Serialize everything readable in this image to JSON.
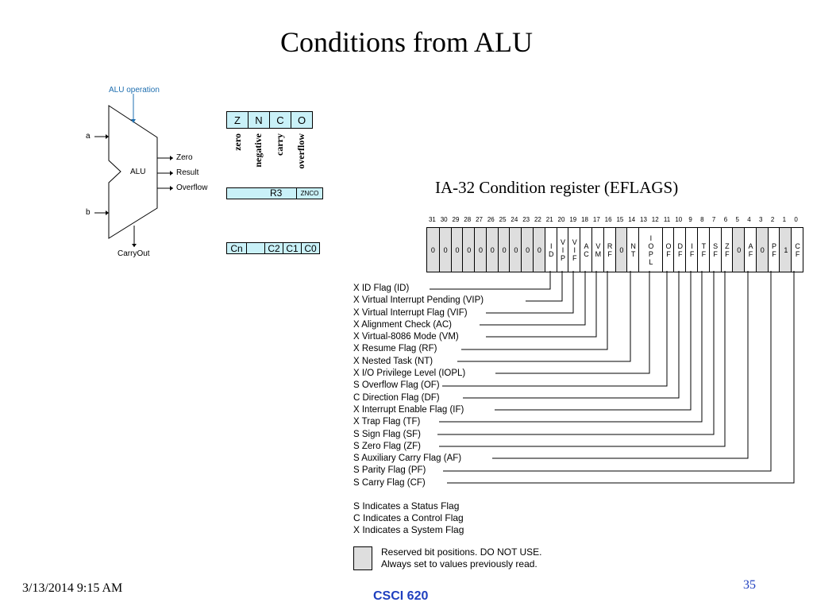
{
  "slide": {
    "title": "Conditions from ALU",
    "date": "3/13/2014 9:15 AM",
    "course": "CSCI 620",
    "page_number": "35"
  },
  "alu": {
    "operation_label": "ALU operation",
    "input_a": "a",
    "input_b": "b",
    "unit_label": "ALU",
    "outputs": [
      "Zero",
      "Result",
      "Overflow"
    ],
    "carry_out": "CarryOut"
  },
  "znco": {
    "bits": [
      "Z",
      "N",
      "C",
      "O"
    ],
    "names": [
      "zero",
      "negative",
      "carry",
      "overflow"
    ],
    "register_name": "R3",
    "register_flags": "ZNCO",
    "carry_row": [
      "Cn",
      "",
      "C2",
      "C1",
      "C0"
    ]
  },
  "eflags": {
    "title": "IA-32 Condition register (EFLAGS)",
    "bit_numbers": [
      "31",
      "30",
      "29",
      "28",
      "27",
      "26",
      "25",
      "24",
      "23",
      "22",
      "21",
      "20",
      "19",
      "18",
      "17",
      "16",
      "15",
      "14",
      "13",
      "12",
      "11",
      "10",
      "9",
      "8",
      "7",
      "6",
      "5",
      "4",
      "3",
      "2",
      "1",
      "0"
    ],
    "register_cells": [
      {
        "text": "0",
        "reserved": true
      },
      {
        "text": "0",
        "reserved": true
      },
      {
        "text": "0",
        "reserved": true
      },
      {
        "text": "0",
        "reserved": true
      },
      {
        "text": "0",
        "reserved": true
      },
      {
        "text": "0",
        "reserved": true
      },
      {
        "text": "0",
        "reserved": true
      },
      {
        "text": "0",
        "reserved": true
      },
      {
        "text": "0",
        "reserved": true
      },
      {
        "text": "0",
        "reserved": true
      },
      {
        "text": "I D",
        "reserved": false
      },
      {
        "text": "V I P",
        "reserved": false
      },
      {
        "text": "V I F",
        "reserved": false
      },
      {
        "text": "A C",
        "reserved": false
      },
      {
        "text": "V M",
        "reserved": false
      },
      {
        "text": "R F",
        "reserved": false
      },
      {
        "text": "0",
        "reserved": true
      },
      {
        "text": "N T",
        "reserved": false
      },
      {
        "text": "I O P L",
        "reserved": false
      },
      {
        "text": "O F",
        "reserved": false
      },
      {
        "text": "D F",
        "reserved": false
      },
      {
        "text": "I F",
        "reserved": false
      },
      {
        "text": "T F",
        "reserved": false
      },
      {
        "text": "S F",
        "reserved": false
      },
      {
        "text": "Z F",
        "reserved": false
      },
      {
        "text": "0",
        "reserved": true
      },
      {
        "text": "A F",
        "reserved": false
      },
      {
        "text": "0",
        "reserved": true
      },
      {
        "text": "P F",
        "reserved": false
      },
      {
        "text": "1",
        "reserved": true
      },
      {
        "text": "C F",
        "reserved": false
      }
    ],
    "flags": [
      "X  ID Flag (ID)",
      "X  Virtual Interrupt Pending (VIP)",
      "X  Virtual Interrupt Flag (VIF)",
      "X  Alignment Check (AC)",
      "X  Virtual-8086 Mode (VM)",
      "X  Resume Flag (RF)",
      "X  Nested Task (NT)",
      "X  I/O Privilege Level (IOPL)",
      "S  Overflow Flag (OF)",
      "C  Direction Flag (DF)",
      "X  Interrupt Enable Flag (IF)",
      "X  Trap Flag (TF)",
      "S  Sign Flag (SF)",
      "S  Zero Flag (ZF)",
      "S  Auxiliary Carry Flag (AF)",
      "S  Parity Flag (PF)",
      "S  Carry Flag (CF)"
    ],
    "legend": [
      "S  Indicates a Status Flag",
      "C  Indicates a Control Flag",
      "X  Indicates a System Flag"
    ],
    "reserved_note": [
      "Reserved bit positions. DO NOT USE.",
      "Always set to values previously read."
    ]
  }
}
